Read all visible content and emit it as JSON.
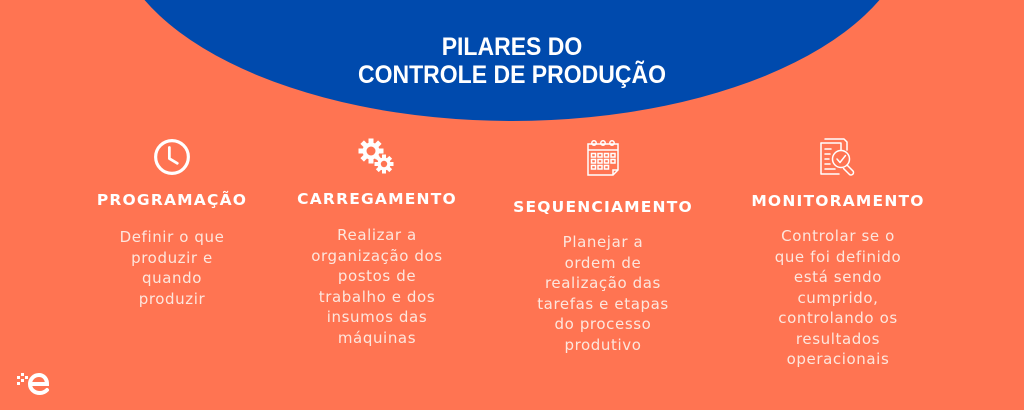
{
  "header": {
    "title_lines": [
      "PILARES DO",
      "CONTROLE DE PRODUÇÃO"
    ]
  },
  "colors": {
    "background": "#ff7452",
    "header_blue": "#004aad",
    "heading_text": "#ffffff",
    "body_text": "#fde6dd"
  },
  "pillars": [
    {
      "icon": "clock-icon",
      "heading": "PROGRAMAÇÃO",
      "lines": [
        "Definir o que",
        "produzir e",
        "quando",
        "produzir"
      ]
    },
    {
      "icon": "gears-icon",
      "heading": "CARREGAMENTO",
      "lines": [
        "Realizar a",
        "organização dos",
        "postos de",
        "trabalho e dos",
        "insumos das",
        "máquinas"
      ]
    },
    {
      "icon": "calendar-icon",
      "heading": "SEQUENCIAMENTO",
      "lines": [
        "Planejar a",
        "ordem de",
        "realização das",
        "tarefas e etapas",
        "do processo",
        "produtivo"
      ]
    },
    {
      "icon": "document-check-magnifier-icon",
      "heading": "MONITORAMENTO",
      "lines": [
        "Controlar se o",
        "que foi definido",
        "está sendo",
        "cumprido,",
        "controlando os",
        "resultados",
        "operacionais"
      ]
    }
  ],
  "footer": {
    "logo": "brand-e-logo"
  }
}
